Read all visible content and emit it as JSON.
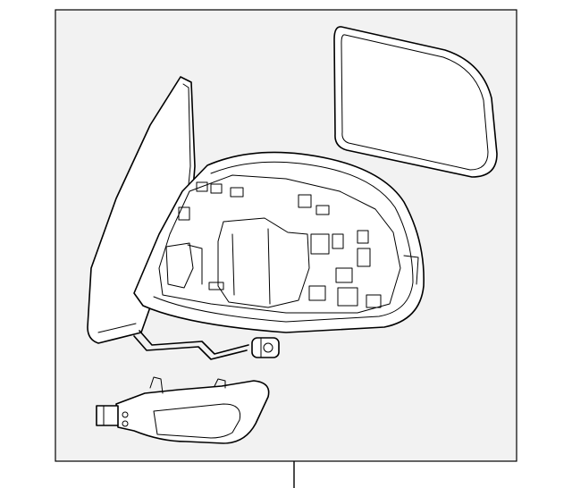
{
  "diagram": {
    "frame_fill": "#f2f2f2",
    "line_color": "#000000",
    "parts": [
      {
        "name": "mirror-assembly"
      },
      {
        "name": "mirror-glass"
      },
      {
        "name": "mirror-housing"
      },
      {
        "name": "wire-harness"
      },
      {
        "name": "turn-signal-lamp"
      }
    ]
  }
}
